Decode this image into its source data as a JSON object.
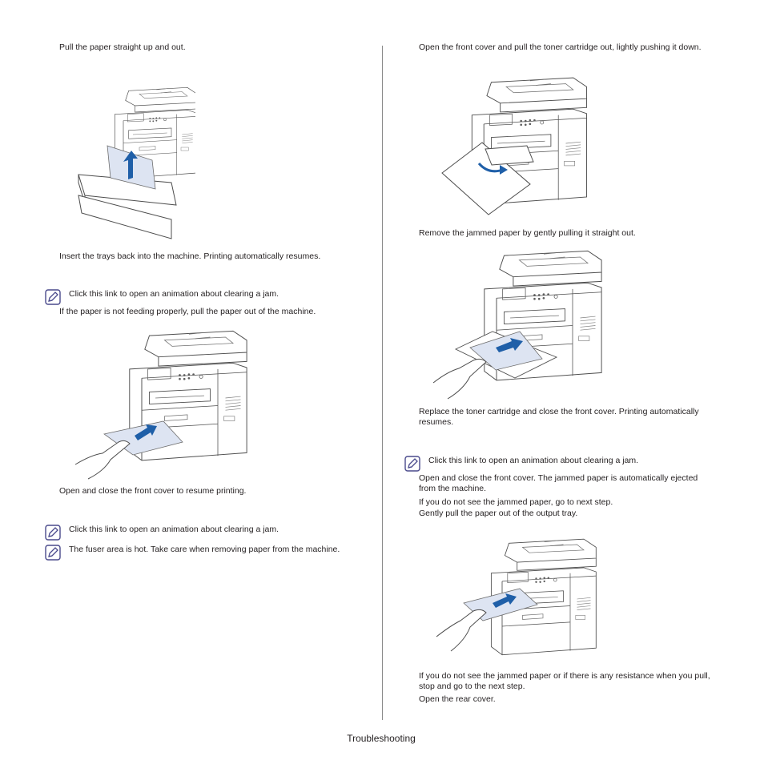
{
  "left": {
    "step_pull_up": "Pull the paper straight up and out.",
    "step_insert_trays": "Insert the trays back into the machine. Printing automatically resumes.",
    "note_animation_1": "Click this link to open an animation about clearing a jam.",
    "step_manual_feed": "If the paper is not feeding properly, pull the paper out of the machine.",
    "step_front_cover": "Open and close the front cover to resume printing.",
    "note_animation_2": "Click this link to open an animation about clearing a jam.",
    "note_fuser": "The fuser area is hot. Take care when removing paper from the machine."
  },
  "right": {
    "step_open_front": "Open the front cover and pull the toner cartridge out, lightly pushing it down.",
    "step_remove_jam": "Remove the jammed paper by gently pulling it straight out.",
    "step_replace_toner": "Replace the toner cartridge and close the front cover. Printing automatically resumes.",
    "note_animation_3": "Click this link to open an animation about clearing a jam.",
    "step_open_close_front": "Open and close the front cover. The jammed paper is automatically ejected from the machine.",
    "step_next_step": "If you do not see the jammed paper, go to next step.",
    "step_output_tray": "Gently pull the paper out of the output tray.",
    "step_resistance": "If you do not see the jammed paper or if there is any resistance when you pull, stop and go to the next step.",
    "step_rear_cover": "Open the rear cover."
  },
  "footer": {
    "section": "Troubleshooting"
  },
  "colors": {
    "text": "#231f20",
    "line": "#4d4d4d",
    "arrow": "#1f5fa8",
    "paper": "#dde4f2",
    "note_icon": "#4a4a8c"
  },
  "icons": {
    "note": "note-pencil-icon"
  }
}
